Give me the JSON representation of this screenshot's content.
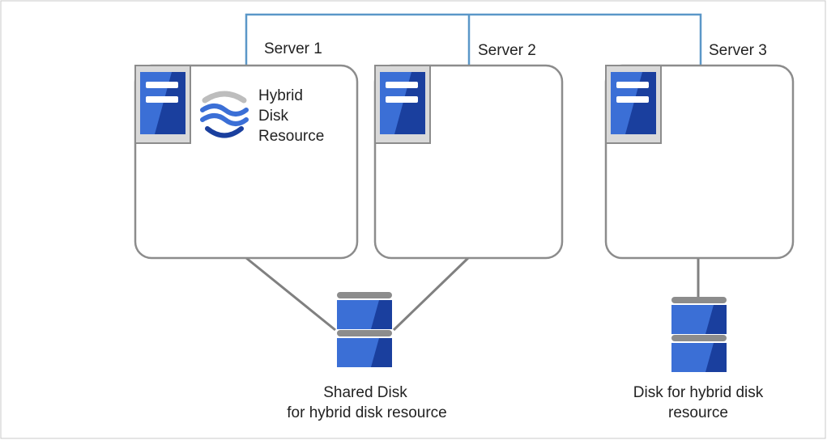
{
  "colors": {
    "network_line": "#5b97c8",
    "connection_line": "#808080",
    "server_border": "#8c8c8c",
    "tower_panel": "#d9d9d9",
    "blue_dark": "#1a3f9e",
    "blue_light": "#3b6fd6",
    "disk_band": "#8c8c8c",
    "frame": "#c8c8c8"
  },
  "servers": [
    {
      "label": "Server 1",
      "resource_label": [
        "Hybrid",
        "Disk",
        "Resource"
      ]
    },
    {
      "label": "Server 2"
    },
    {
      "label": "Server 3"
    }
  ],
  "disks": [
    {
      "label": [
        "Shared Disk",
        "for hybrid disk resource"
      ]
    },
    {
      "label": [
        "Disk for hybrid disk",
        "resource"
      ]
    }
  ],
  "icons": {
    "server_tower": "server-tower-icon",
    "hybrid_disk_resource": "hybrid-disk-resource-icon",
    "disk": "disk-icon"
  }
}
